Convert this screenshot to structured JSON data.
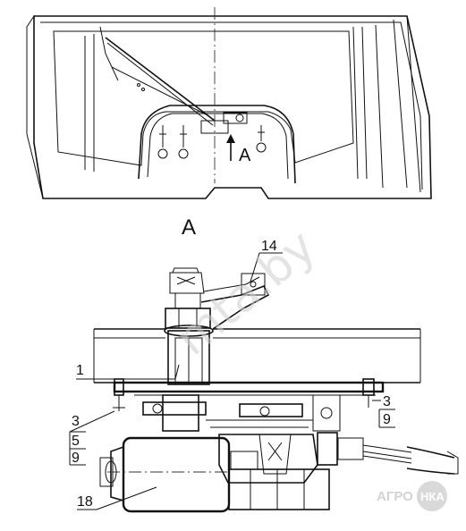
{
  "view_label": "A",
  "view_arrow_label": "A",
  "callouts": {
    "c14": "14",
    "c1": "1",
    "c3_left": "3",
    "c5": "5",
    "c9_left": "9",
    "c3_right": "3",
    "c9_right": "9",
    "c18": "18"
  },
  "watermark": "mta.by",
  "logo": {
    "left": "АГРО",
    "right": "НКА"
  }
}
